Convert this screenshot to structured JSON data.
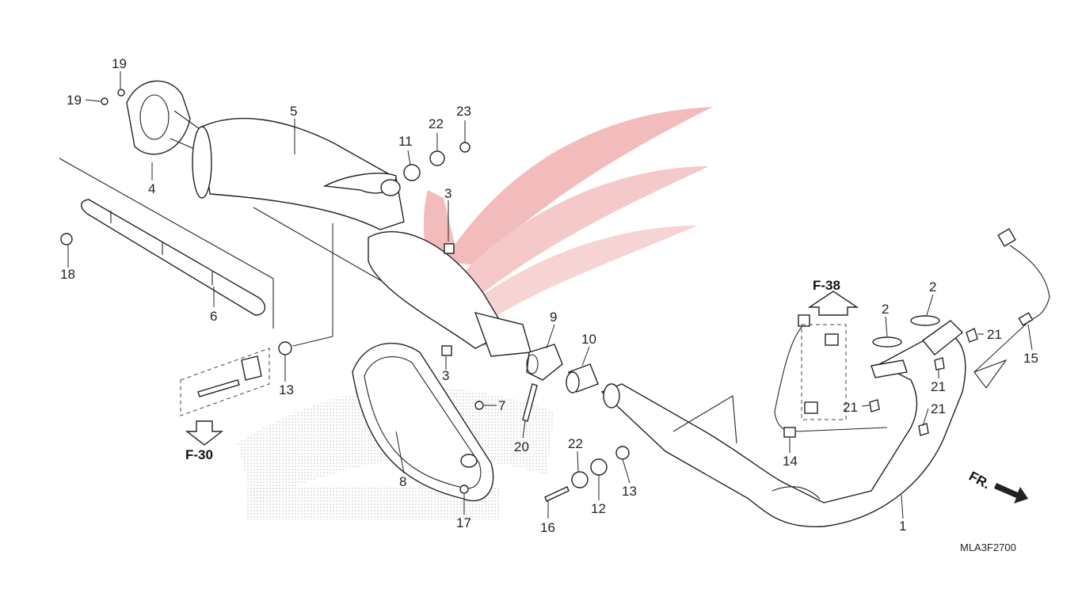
{
  "diagram": {
    "code": "MLA3F2700",
    "direction_label": "FR.",
    "references": {
      "f30": "F-30",
      "f38": "F-38"
    },
    "parts": {
      "p1": "1",
      "p2a": "2",
      "p2b": "2",
      "p3a": "3",
      "p3b": "3",
      "p4": "4",
      "p5": "5",
      "p6": "6",
      "p7": "7",
      "p8": "8",
      "p9": "9",
      "p10": "10",
      "p11": "11",
      "p12": "12",
      "p13a": "13",
      "p13b": "13",
      "p14": "14",
      "p15": "15",
      "p16": "16",
      "p17": "17",
      "p18": "18",
      "p19a": "19",
      "p19b": "19",
      "p20": "20",
      "p21a": "21",
      "p21b": "21",
      "p21c": "21",
      "p21d": "21",
      "p22a": "22",
      "p22b": "22",
      "p23": "23"
    }
  },
  "colors": {
    "line": "#222222",
    "watermark_red": "#e23a3a",
    "watermark_gray": "#bdbdbd"
  }
}
